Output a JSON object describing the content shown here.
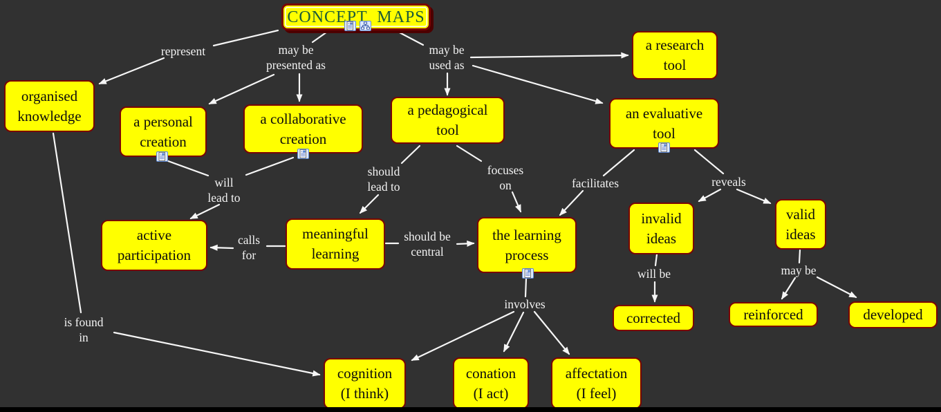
{
  "palette": {
    "background": "#313131",
    "node_fill": "#ffff00",
    "node_border": "#7a0404",
    "title_text": "#1d5c38",
    "link_label_text": "#f2f2f2",
    "line": "#f6f6f6"
  },
  "title": {
    "label": "CONCEPT  MAPS"
  },
  "nodes": {
    "organised_knowledge": "organised\nknowledge",
    "personal_creation": "a personal\ncreation",
    "collaborative_creation": "a collaborative\ncreation",
    "pedagogical_tool": "a pedagogical\ntool",
    "research_tool": "a research\ntool",
    "evaluative_tool": "an evaluative\ntool",
    "active_participation": "active\nparticipation",
    "meaningful_learning": "meaningful\nlearning",
    "learning_process": "the learning\nprocess",
    "invalid_ideas": "invalid\nideas",
    "valid_ideas": "valid\nideas",
    "corrected": "corrected",
    "reinforced": "reinforced",
    "developed": "developed",
    "cognition": "cognition\n(I think)",
    "conation": "conation\n(I act)",
    "affectation": "affectation\n(I feel)"
  },
  "links": {
    "represent": "represent",
    "may_be_presented_as": "may be\npresented as",
    "may_be_used_as": "may be\nused as",
    "will_lead_to": "will\nlead to",
    "should_lead_to": "should\nlead to",
    "focuses_on": "focuses\non",
    "facilitates": "facilitates",
    "reveals": "reveals",
    "calls_for": "calls\nfor",
    "should_be_central": "should be\ncentral",
    "will_be": "will be",
    "may_be": "may be",
    "is_found_in": "is found\nin",
    "involves": "involves"
  },
  "connections": [
    {
      "from": [
        "CONCEPT MAPS"
      ],
      "label": "represent",
      "to": [
        "organised knowledge"
      ]
    },
    {
      "from": [
        "CONCEPT MAPS"
      ],
      "label": "may be presented as",
      "to": [
        "a personal creation",
        "a collaborative creation"
      ]
    },
    {
      "from": [
        "CONCEPT MAPS"
      ],
      "label": "may be used as",
      "to": [
        "a pedagogical tool",
        "a research tool",
        "an evaluative tool"
      ]
    },
    {
      "from": [
        "a personal creation",
        "a collaborative creation"
      ],
      "label": "will lead to",
      "to": [
        "active participation"
      ]
    },
    {
      "from": [
        "a pedagogical tool"
      ],
      "label": "should lead to",
      "to": [
        "meaningful learning"
      ]
    },
    {
      "from": [
        "a pedagogical tool"
      ],
      "label": "focuses on",
      "to": [
        "the learning process"
      ]
    },
    {
      "from": [
        "an evaluative tool"
      ],
      "label": "facilitates",
      "to": [
        "the learning process"
      ]
    },
    {
      "from": [
        "an evaluative tool"
      ],
      "label": "reveals",
      "to": [
        "invalid ideas",
        "valid ideas"
      ]
    },
    {
      "from": [
        "invalid ideas"
      ],
      "label": "will be",
      "to": [
        "corrected"
      ]
    },
    {
      "from": [
        "valid ideas"
      ],
      "label": "may be",
      "to": [
        "reinforced",
        "developed"
      ]
    },
    {
      "from": [
        "meaningful learning"
      ],
      "label": "calls for",
      "to": [
        "active participation"
      ]
    },
    {
      "from": [
        "meaningful learning"
      ],
      "label": "should be central",
      "to": [
        "the learning process"
      ]
    },
    {
      "from": [
        "organised knowledge"
      ],
      "label": "is found in",
      "to": [
        "cognition (I think)"
      ]
    },
    {
      "from": [
        "the learning process"
      ],
      "label": "involves",
      "to": [
        "cognition (I think)",
        "conation (I act)",
        "affectation (I feel)"
      ]
    }
  ],
  "resource_icons": {
    "title": [
      "document-resource-icon",
      "concept-map-resource-icon"
    ],
    "personal_creation": "document-resource-icon",
    "collaborative_creation": "document-resource-icon",
    "evaluative_tool": "document-resource-icon",
    "learning_process": "document-resource-icon"
  }
}
